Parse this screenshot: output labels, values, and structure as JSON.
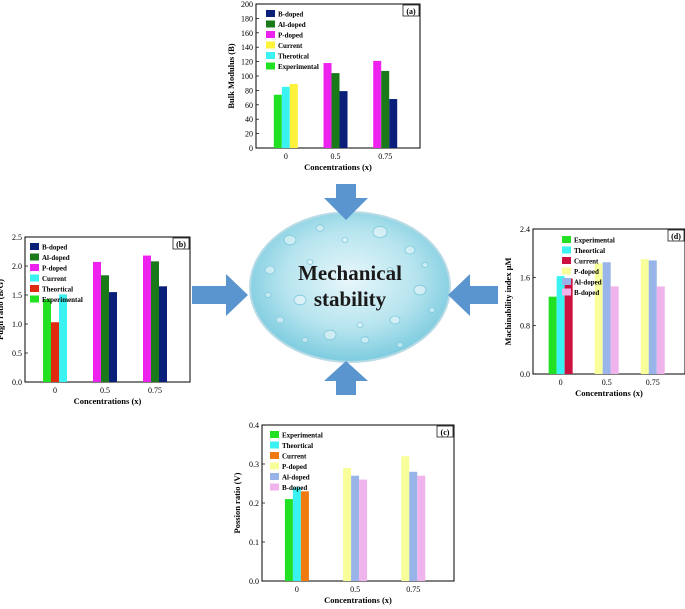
{
  "center": {
    "title_line1": "Mechanical",
    "title_line2": "stability"
  },
  "colors": {
    "b_doped_a": "#0a1f7a",
    "al_doped": "#1a7a1a",
    "p_doped": "#ee22ee",
    "current_a": "#fff23a",
    "theoretical": "#3af2f2",
    "experimental": "#22e022",
    "current_b": "#cc1040",
    "theoretical_b": "#e02a10",
    "current_c": "#f07a10",
    "p_doped_c": "#f8ff9a",
    "al_doped_c": "#98b4e8",
    "b_doped_c": "#f0b4ec",
    "arrow": "#5b95d0",
    "ellipse_light": "#e8f7fb",
    "ellipse_dark": "#6fc6dc"
  },
  "chart_data": [
    {
      "id": "a",
      "panel_label": "(a)",
      "type": "bar",
      "xlabel": "Concentrations (x)",
      "ylabel": "Bulk Modulus (B)",
      "ylim": [
        0,
        200
      ],
      "yticks": [
        "0",
        "20",
        "40",
        "60",
        "80",
        "100",
        "120",
        "140",
        "160",
        "180",
        "200"
      ],
      "categories": [
        "0",
        "0.5",
        "0.75"
      ],
      "legend": [
        "B-doped",
        "Al-doped",
        "P-doped",
        "Current",
        "Therotical",
        "Experimental"
      ],
      "series": [
        {
          "name": "Experimental",
          "color": "#22e022",
          "values": [
            74,
            null,
            null
          ]
        },
        {
          "name": "Therotical",
          "color": "#3af2f2",
          "values": [
            85,
            null,
            null
          ]
        },
        {
          "name": "Current",
          "color": "#fff23a",
          "values": [
            89,
            null,
            null
          ]
        },
        {
          "name": "P-doped",
          "color": "#ee22ee",
          "values": [
            null,
            118,
            121
          ]
        },
        {
          "name": "Al-doped",
          "color": "#1a7a1a",
          "values": [
            null,
            104,
            107
          ]
        },
        {
          "name": "B-doped",
          "color": "#0a1f7a",
          "values": [
            null,
            79,
            68
          ]
        }
      ]
    },
    {
      "id": "b",
      "panel_label": "(b)",
      "type": "bar",
      "xlabel": "Concentrations (x)",
      "ylabel": "Pugh ratio (B/G)",
      "ylim": [
        0,
        2.5
      ],
      "yticks": [
        "0.0",
        "0.5",
        "1.0",
        "1.5",
        "2.0",
        "2.5"
      ],
      "categories": [
        "0",
        "0.5",
        "0.75"
      ],
      "legend": [
        "B-doped",
        "Al-doped",
        "P-doped",
        "Current",
        "Theortical",
        "Experimental"
      ],
      "series": [
        {
          "name": "Experimental",
          "color": "#22e022",
          "values": [
            1.43,
            null,
            null
          ]
        },
        {
          "name": "Theortical",
          "color": "#e02a10",
          "values": [
            1.03,
            null,
            null
          ]
        },
        {
          "name": "Current",
          "color": "#3af2f2",
          "values": [
            1.51,
            null,
            null
          ]
        },
        {
          "name": "P-doped",
          "color": "#ee22ee",
          "values": [
            null,
            2.07,
            2.18
          ]
        },
        {
          "name": "Al-doped",
          "color": "#1a7a1a",
          "values": [
            null,
            1.84,
            2.08
          ]
        },
        {
          "name": "B-doped",
          "color": "#0a1f7a",
          "values": [
            null,
            1.55,
            1.65
          ]
        }
      ]
    },
    {
      "id": "c",
      "panel_label": "(c)",
      "type": "bar",
      "xlabel": "Concentrations (x)",
      "ylabel": "Possion ratio (V)",
      "ylim": [
        0,
        0.4
      ],
      "yticks": [
        "0.0",
        "0.1",
        "0.2",
        "0.3",
        "0.4"
      ],
      "categories": [
        "0",
        "0.5",
        "0.75"
      ],
      "legend": [
        "Experimental",
        "Theortical",
        "Current",
        "P-doped",
        "Al-doped",
        "B-doped"
      ],
      "series": [
        {
          "name": "Experimental",
          "color": "#22e022",
          "values": [
            0.21,
            null,
            null
          ]
        },
        {
          "name": "Theortical",
          "color": "#3af2f2",
          "values": [
            0.24,
            null,
            null
          ]
        },
        {
          "name": "Current",
          "color": "#f07a10",
          "values": [
            0.23,
            null,
            null
          ]
        },
        {
          "name": "P-doped",
          "color": "#f8ff9a",
          "values": [
            null,
            0.29,
            0.32
          ]
        },
        {
          "name": "Al-doped",
          "color": "#98b4e8",
          "values": [
            null,
            0.27,
            0.28
          ]
        },
        {
          "name": "B-doped",
          "color": "#f0b4ec",
          "values": [
            null,
            0.26,
            0.27
          ]
        }
      ]
    },
    {
      "id": "d",
      "panel_label": "(d)",
      "type": "bar",
      "xlabel": "Concentrations (x)",
      "ylabel": "Machinability index µM",
      "ylim": [
        0,
        2.4
      ],
      "yticks": [
        "0.0",
        "0.8",
        "1.6",
        "2.4"
      ],
      "categories": [
        "0",
        "0.5",
        "0.75"
      ],
      "legend": [
        "Experimental",
        "Theortical",
        "Current",
        "P-doped",
        "Al-doped",
        "B-doped"
      ],
      "series": [
        {
          "name": "Experimental",
          "color": "#22e022",
          "values": [
            1.28,
            null,
            null
          ]
        },
        {
          "name": "Theortical",
          "color": "#3af2f2",
          "values": [
            1.62,
            null,
            null
          ]
        },
        {
          "name": "Current",
          "color": "#cc1040",
          "values": [
            1.58,
            null,
            null
          ]
        },
        {
          "name": "P-doped",
          "color": "#f8ff9a",
          "values": [
            null,
            1.83,
            1.9
          ]
        },
        {
          "name": "Al-doped",
          "color": "#98b4e8",
          "values": [
            null,
            1.85,
            1.88
          ]
        },
        {
          "name": "B-doped",
          "color": "#f0b4ec",
          "values": [
            null,
            1.45,
            1.45
          ]
        }
      ]
    }
  ]
}
